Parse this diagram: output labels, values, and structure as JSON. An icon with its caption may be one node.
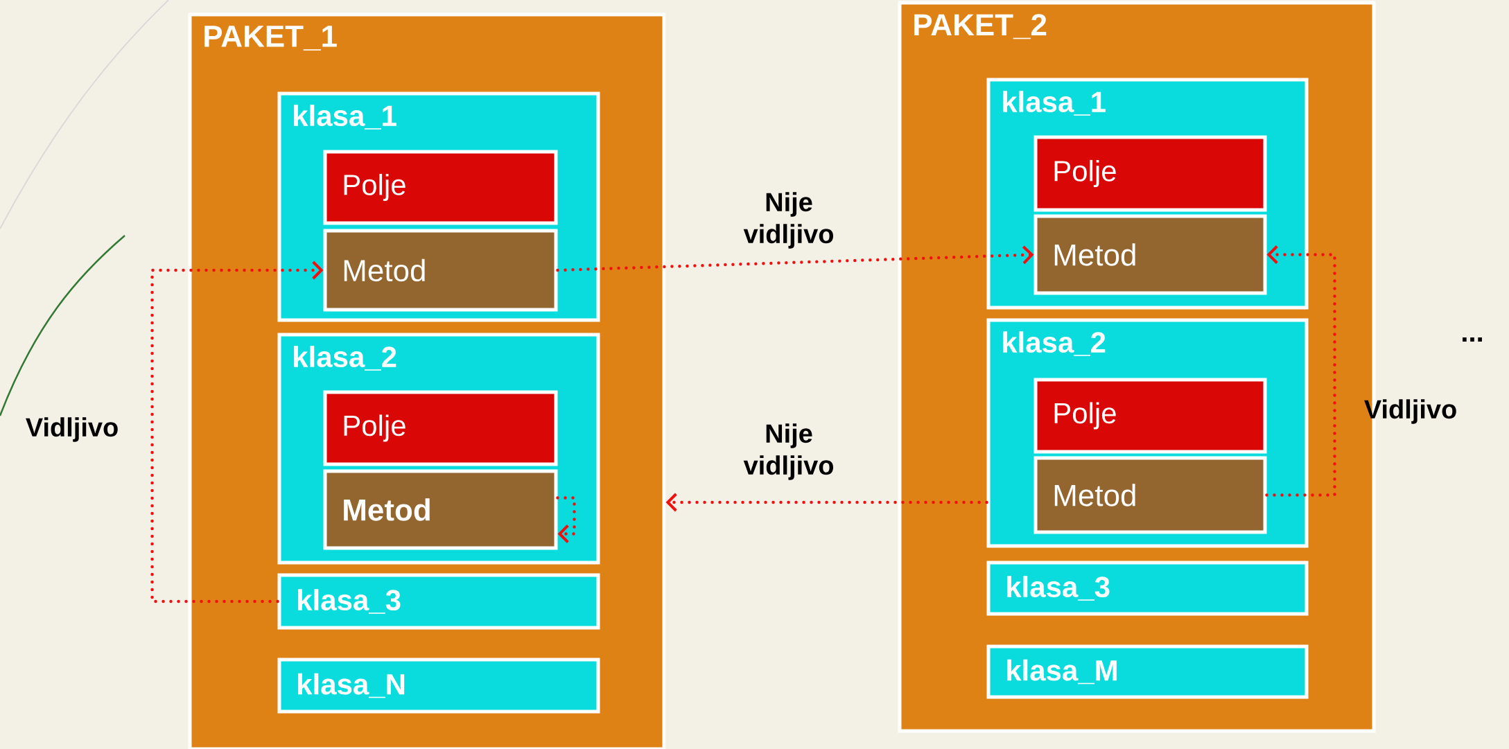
{
  "diagram": {
    "nodes": [
      {
        "text": [
          "PAKET_1"
        ]
      },
      {
        "text": [
          "klasa_1"
        ],
        "in": 0
      },
      {
        "text": [
          "Polje"
        ],
        "in": 1
      },
      {
        "text": [
          "Metod"
        ],
        "in": 1
      },
      {
        "text": [
          "klasa_2"
        ],
        "in": 0
      },
      {
        "text": [
          "Polje"
        ],
        "in": 4
      },
      {
        "text": [
          "Metod"
        ],
        "in": 4
      },
      {
        "text": [
          "klasa_3"
        ],
        "in": 0
      },
      {
        "text": [
          "klasa_N"
        ],
        "in": 0
      },
      {
        "text": [
          "PAKET_2"
        ]
      },
      {
        "text": [
          "klasa_1"
        ],
        "in": 9
      },
      {
        "text": [
          "Polje"
        ],
        "in": 10
      },
      {
        "text": [
          "Metod"
        ],
        "in": 10
      },
      {
        "text": [
          "klasa_2"
        ],
        "in": 9
      },
      {
        "text": [
          "Polje"
        ],
        "in": 13
      },
      {
        "text": [
          "Metod"
        ],
        "in": 13
      },
      {
        "text": [
          "klasa_3"
        ],
        "in": 9
      },
      {
        "text": [
          "klasa_M"
        ],
        "in": 9
      }
    ],
    "edges": [
      {
        "from": 7,
        "to": 3,
        "arrow": "to",
        "label": "Vidljivo"
      },
      {
        "from": 3,
        "to": 12,
        "arrow": "to",
        "label": "Nije vidljivo"
      },
      {
        "from": 6,
        "to": 6,
        "arrow": "to"
      },
      {
        "from": 13,
        "to": 0,
        "arrow": "to",
        "label": "Nije vidljivo"
      },
      {
        "from": 15,
        "to": 12,
        "arrow": "to",
        "label": "Vidljivo"
      }
    ],
    "labels": [
      "..."
    ]
  }
}
